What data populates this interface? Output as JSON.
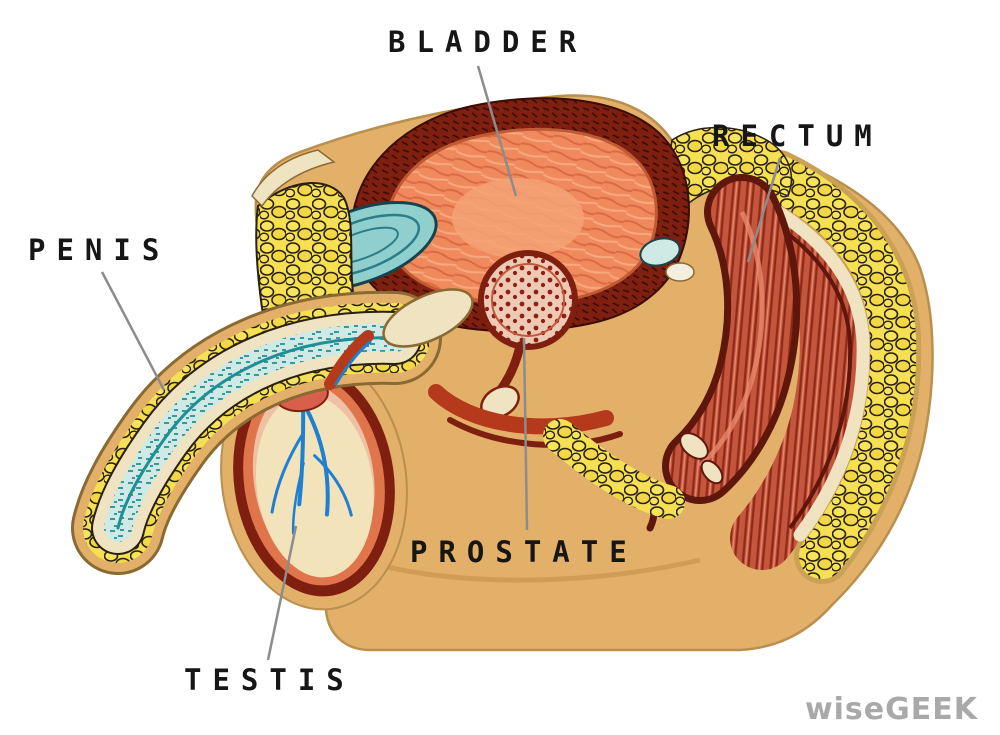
{
  "figure": {
    "background": "#ffffff",
    "labels": [
      {
        "id": "bladder",
        "text": "BLADDER"
      },
      {
        "id": "rectum",
        "text": "RECTUM"
      },
      {
        "id": "penis",
        "text": "PENIS"
      },
      {
        "id": "prostate",
        "text": "PROSTATE"
      },
      {
        "id": "testis",
        "text": "TESTIS"
      }
    ],
    "watermark": "wiseGEEK",
    "colors": {
      "label_text": "#161616",
      "leader_line": "#8c8c8c",
      "watermark": "#a9a9a9",
      "skin_tan": "#e3b06a",
      "fat_yellow": "#f5df52",
      "muscle_red": "#c4563e",
      "muscle_dark": "#7e1f10",
      "bladder_orange": "#f08a5d",
      "seminal_teal": "#8fd0cf",
      "bone_cream": "#efe3c2",
      "vessel_blue": "#1f7fd0"
    }
  }
}
